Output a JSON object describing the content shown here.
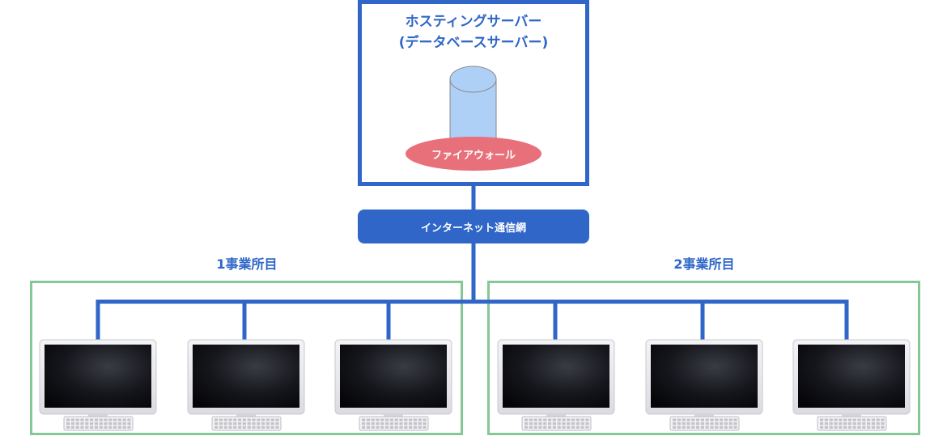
{
  "server": {
    "title_line1": "ホスティングサーバー",
    "title_line2": "(データベースサーバー)",
    "firewall_label": "ファイアウォール"
  },
  "network": {
    "label": "インターネット通信網"
  },
  "offices": [
    {
      "title": "1事業所目",
      "computers": 3
    },
    {
      "title": "2事業所目",
      "computers": 3
    }
  ],
  "colors": {
    "blue": "#2f66c8",
    "green": "#86c895",
    "firewall": "#e8707a",
    "cylinder": "#aed0f7",
    "monitor_frame": "#ecebf0",
    "screen": "#0f1014"
  }
}
